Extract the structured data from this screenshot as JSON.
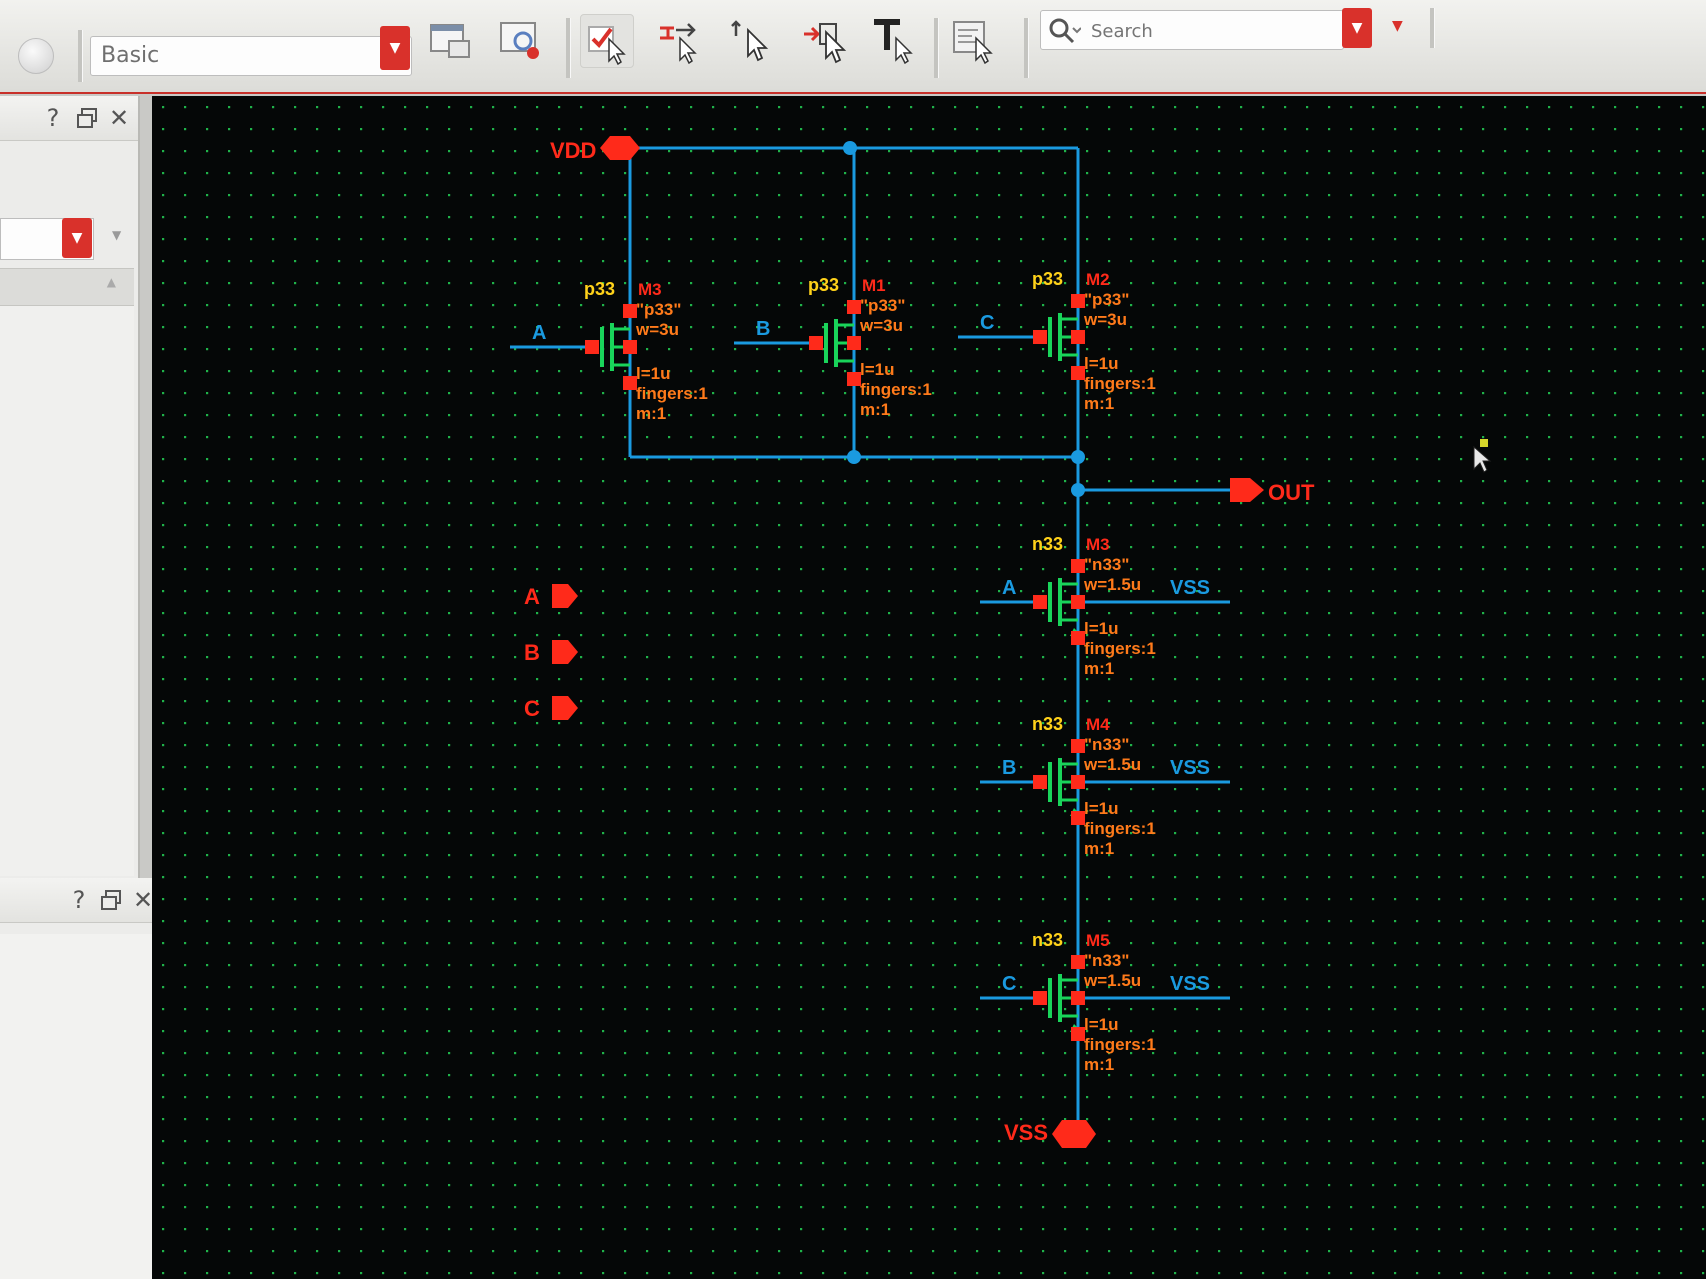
{
  "toolbar": {
    "view_combo": {
      "value": "Basic"
    },
    "search": {
      "placeholder": "Search"
    },
    "tools": [
      {
        "name": "check-select-icon"
      },
      {
        "name": "stretch-icon"
      },
      {
        "name": "select-pointer-icon"
      },
      {
        "name": "move-icon"
      },
      {
        "name": "text-tool-icon"
      },
      {
        "name": "properties-icon"
      }
    ]
  },
  "panels": {
    "top": {
      "help": "?",
      "close": "✕"
    },
    "bottom": {
      "help": "?",
      "close": "✕"
    }
  },
  "colors": {
    "wire": "#1a9ae0",
    "pin": "#ff2a1a",
    "device": "#19d45a",
    "param": "#ff7a1a",
    "cell": "#ffd21a",
    "canvas": "#050707"
  },
  "schematic": {
    "supply_pins": {
      "vdd": "VDD",
      "vss": "VSS"
    },
    "output_pin": "OUT",
    "input_pins": [
      "A",
      "B",
      "C"
    ],
    "pmos": [
      {
        "cell": "p33",
        "inst": "M3",
        "model": "\"p33\"",
        "w": "w=3u",
        "l": "l=1u",
        "fingers": "fingers:1",
        "m": "m:1",
        "gate": "A"
      },
      {
        "cell": "p33",
        "inst": "M1",
        "model": "\"p33\"",
        "w": "w=3u",
        "l": "l=1u",
        "fingers": "fingers:1",
        "m": "m:1",
        "gate": "B"
      },
      {
        "cell": "p33",
        "inst": "M2",
        "model": "\"p33\"",
        "w": "w=3u",
        "l": "l=1u",
        "fingers": "fingers:1",
        "m": "m:1",
        "gate": "C"
      }
    ],
    "nmos": [
      {
        "cell": "n33",
        "inst": "M3",
        "model": "\"n33\"",
        "w": "w=1.5u",
        "l": "l=1u",
        "fingers": "fingers:1",
        "m": "m:1",
        "gate": "A",
        "bulk": "VSS"
      },
      {
        "cell": "n33",
        "inst": "M4",
        "model": "\"n33\"",
        "w": "w=1.5u",
        "l": "l=1u",
        "fingers": "fingers:1",
        "m": "m:1",
        "gate": "B",
        "bulk": "VSS"
      },
      {
        "cell": "n33",
        "inst": "M5",
        "model": "\"n33\"",
        "w": "w=1.5u",
        "l": "l=1u",
        "fingers": "fingers:1",
        "m": "m:1",
        "gate": "C",
        "bulk": "VSS"
      }
    ]
  }
}
